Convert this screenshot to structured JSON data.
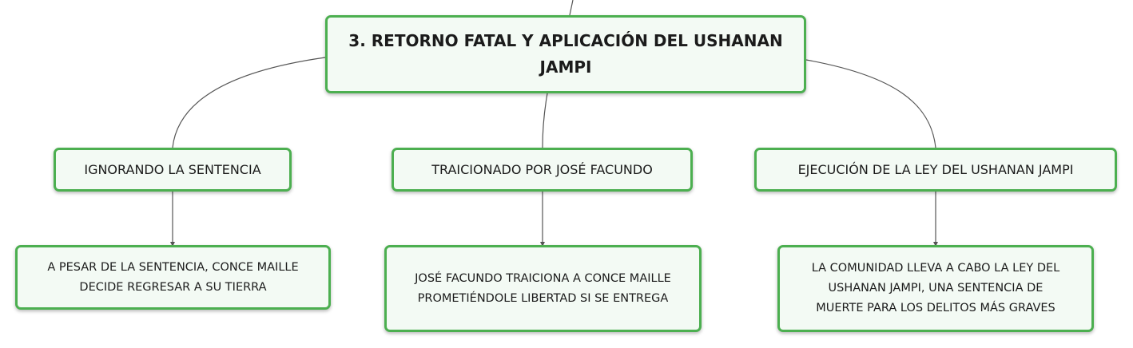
{
  "colors": {
    "node_border": "#4caf50",
    "node_fill": "#f3faf4",
    "connector": "#555555",
    "text": "#1b1b1b"
  },
  "root": {
    "lines": [
      "3. RETORNO FATAL Y APLICACIÓN DEL USHANAN",
      "JAMPI"
    ]
  },
  "branches": [
    {
      "label": "IGNORANDO LA SENTENCIA",
      "detail_lines": [
        "A PESAR DE LA SENTENCIA, CONCE MAILLE",
        "DECIDE REGRESAR A SU TIERRA"
      ]
    },
    {
      "label": "TRAICIONADO POR JOSÉ FACUNDO",
      "detail_lines": [
        "JOSÉ FACUNDO TRAICIONA A CONCE MAILLE",
        "PROMETIÉNDOLE LIBERTAD SI SE ENTREGA"
      ]
    },
    {
      "label": "EJECUCIÓN DE LA LEY DEL USHANAN JAMPI",
      "detail_lines": [
        "LA COMUNIDAD LLEVA A CABO LA LEY DEL",
        "USHANAN JAMPI, UNA SENTENCIA DE",
        "MUERTE PARA LOS DELITOS MÁS GRAVES"
      ]
    }
  ]
}
